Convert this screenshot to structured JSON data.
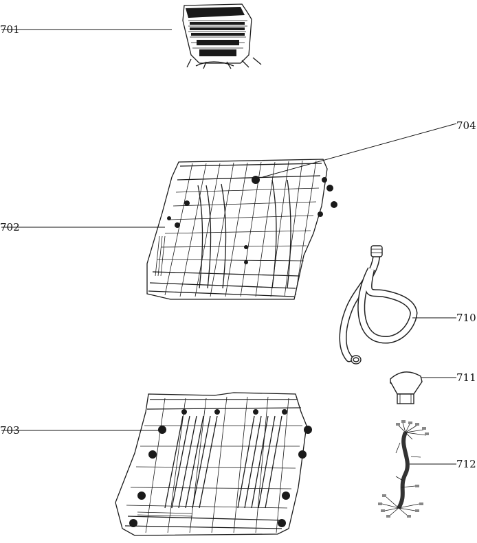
{
  "callouts": [
    {
      "id": "701",
      "text": "701"
    },
    {
      "id": "702",
      "text": "702"
    },
    {
      "id": "703",
      "text": "703"
    },
    {
      "id": "704",
      "text": "704"
    },
    {
      "id": "710",
      "text": "710"
    },
    {
      "id": "711",
      "text": "711"
    },
    {
      "id": "712",
      "text": "712"
    }
  ]
}
